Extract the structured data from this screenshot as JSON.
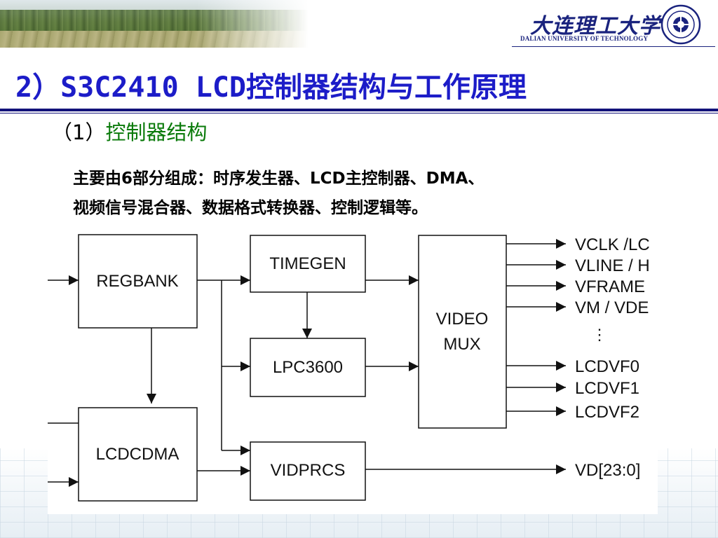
{
  "header": {
    "university_name": "大连理工大学",
    "university_name_en": "DALIAN UNIVERSITY OF TECHNOLOGY"
  },
  "slide": {
    "title": "2）S3C2410 LCD控制器结构与工作原理",
    "subheading_number": "（1）",
    "subheading_text": "控制器结构",
    "description_lines": [
      "主要由6部分组成：时序发生器、LCD主控制器、DMA、",
      "视频信号混合器、数据格式转换器、控制逻辑等。"
    ]
  },
  "diagram": {
    "blocks": {
      "regbank": "REGBANK",
      "lcdcdma": "LCDCDMA",
      "timegen": "TIMEGEN",
      "lpc3600": "LPC3600",
      "vidprcs": "VIDPRCS",
      "videomux_line1": "VIDEO",
      "videomux_line2": "MUX"
    },
    "outputs": {
      "vclk": "VCLK /LC",
      "vline": "VLINE / H",
      "vframe": "VFRAME",
      "vm": "VM / VDE",
      "ellipsis": "⋮",
      "lcdvf0": "LCDVF0",
      "lcdvf1": "LCDVF1",
      "lcdvf2": "LCDVF2",
      "vd": "VD[23:0]"
    }
  },
  "colors": {
    "title": "#1c1cc8",
    "subheading": "#0a7a0a",
    "rule": "#12127a"
  }
}
